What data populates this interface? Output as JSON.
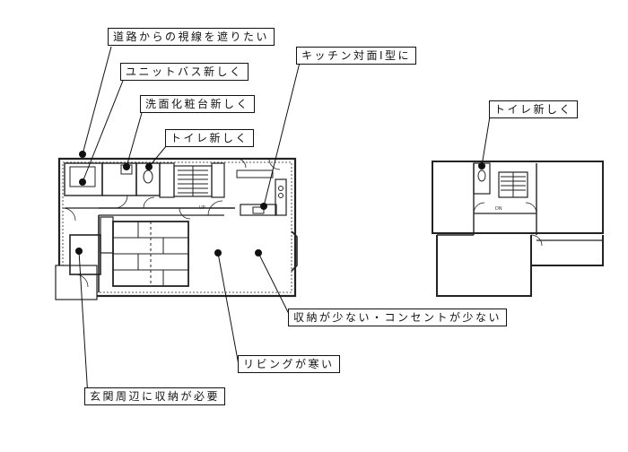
{
  "callouts": {
    "road_view": "道路からの視線を遮りたい",
    "unit_bath": "ユニットバス新しく",
    "vanity": "洗面化粧台新しく",
    "toilet_1f": "トイレ新しく",
    "kitchen": "キッチン対面Ⅰ型に",
    "toilet_2f": "トイレ新しく",
    "storage_outlets": "収納が少ない・コンセントが少ない",
    "living_cold": "リビングが寒い",
    "entrance_storage": "玄関周辺に収納が必要"
  },
  "plan_marks": {
    "up_1f": "UP",
    "dn_2f": "DN"
  }
}
